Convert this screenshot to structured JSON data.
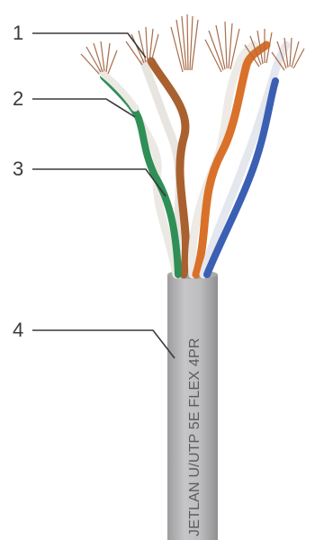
{
  "callouts": [
    {
      "number": "1"
    },
    {
      "number": "2"
    },
    {
      "number": "3"
    },
    {
      "number": "4"
    }
  ],
  "cable": {
    "print_text": "JETLAN U/UTP 5E FLEX 4PR",
    "jacket_color": "#b9b9bb"
  },
  "pair_colors": {
    "brown": "#a8612f",
    "green": "#2f8f57",
    "orange": "#d9712a",
    "blue": "#3b5fb3",
    "white": "#e9e6e2",
    "copper": "#b07854"
  }
}
